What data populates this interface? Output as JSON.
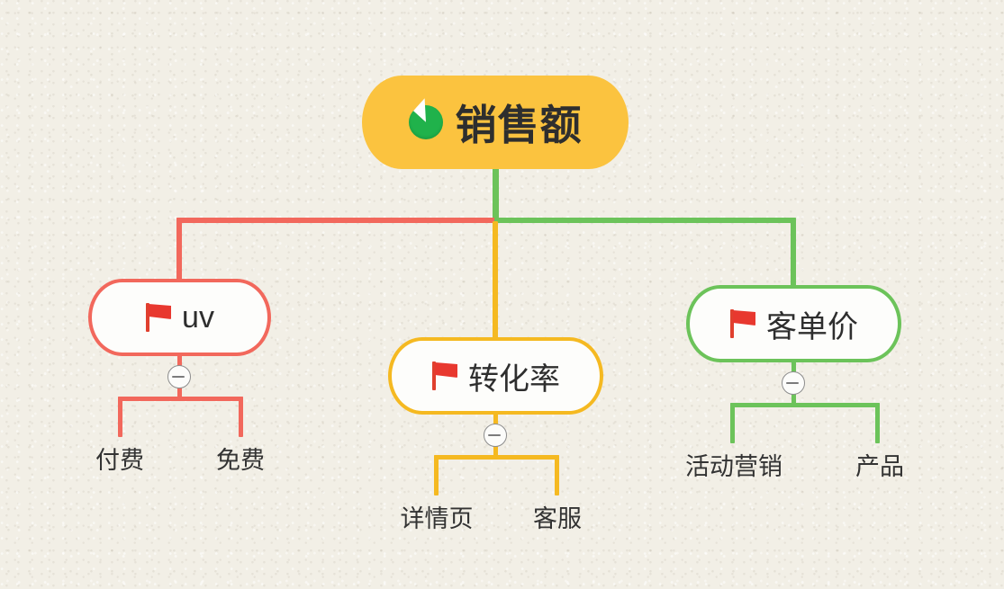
{
  "diagram": {
    "type": "mindmap",
    "background_color": "#f2efe6",
    "root": {
      "label": "销售额",
      "icon": "pie-chart-icon",
      "fill_color": "#fbc33f",
      "text_color": "#2e2e2e"
    },
    "branches": [
      {
        "id": "uv",
        "label": "uv",
        "icon": "red-flag-icon",
        "color": "#f2685c",
        "collapsed": false,
        "toggle_icon": "minus-circle-icon",
        "children": [
          {
            "label": "付费"
          },
          {
            "label": "免费"
          }
        ]
      },
      {
        "id": "conversion-rate",
        "label": "转化率",
        "icon": "red-flag-icon",
        "color": "#f5b921",
        "collapsed": false,
        "toggle_icon": "minus-circle-icon",
        "children": [
          {
            "label": "详情页"
          },
          {
            "label": "客服"
          }
        ]
      },
      {
        "id": "unit-price",
        "label": "客单价",
        "icon": "red-flag-icon",
        "color": "#6cc35a",
        "collapsed": false,
        "toggle_icon": "minus-circle-icon",
        "children": [
          {
            "label": "活动营销"
          },
          {
            "label": "产品"
          }
        ]
      }
    ]
  }
}
